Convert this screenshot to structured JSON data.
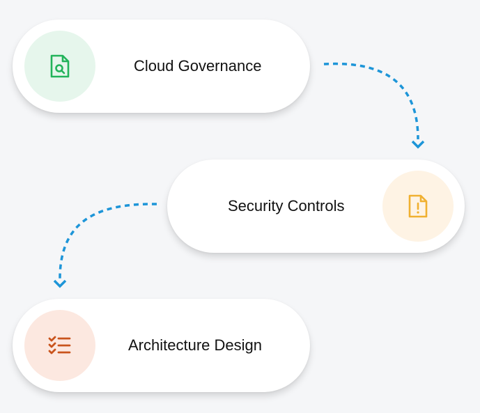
{
  "steps": [
    {
      "label": "Cloud Governance",
      "icon": "file-search-icon",
      "icon_color": "#22b35a",
      "bg": "#e6f6ec"
    },
    {
      "label": "Security Controls",
      "icon": "file-alert-icon",
      "icon_color": "#f0b030",
      "bg": "#fef3e4"
    },
    {
      "label": "Architecture Design",
      "icon": "checklist-icon",
      "icon_color": "#c9541d",
      "bg": "#fce8e0"
    }
  ],
  "connector_color": "#1d95d8"
}
